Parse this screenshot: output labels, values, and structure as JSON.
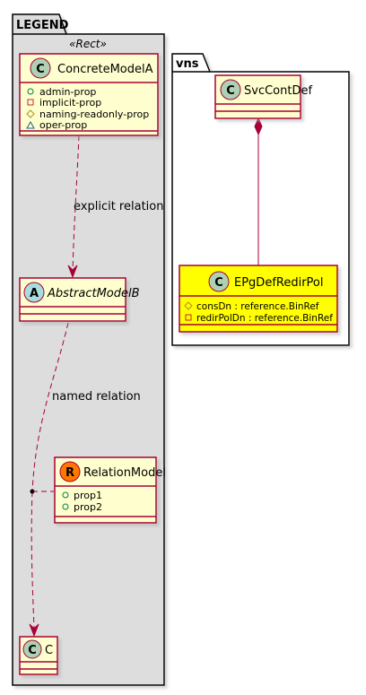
{
  "packages": {
    "legend": {
      "title": "LEGEND",
      "stereotype": "«Rect»",
      "fill": "#DDDDDD"
    },
    "vns": {
      "title": "vns",
      "fill": "#FFFFFF"
    }
  },
  "classes": {
    "concrete_model_a": {
      "kind": "C",
      "name": "ConcreteModelA",
      "attributes": [
        {
          "visibility": "public",
          "label": "admin-prop"
        },
        {
          "visibility": "private",
          "label": "implicit-prop"
        },
        {
          "visibility": "protected",
          "label": "naming-readonly-prop"
        },
        {
          "visibility": "package",
          "label": "oper-prop"
        }
      ]
    },
    "abstract_model_b": {
      "kind": "A",
      "name": "AbstractModelB"
    },
    "relation_model": {
      "kind": "R",
      "name": "RelationModel",
      "attributes": [
        {
          "visibility": "public",
          "label": "prop1"
        },
        {
          "visibility": "public",
          "label": "prop2"
        }
      ]
    },
    "c": {
      "kind": "C",
      "name": "C"
    },
    "svc_cont_def": {
      "kind": "C",
      "name": "SvcContDef"
    },
    "epg_def_redir_pol": {
      "kind": "C",
      "name": "EPgDefRedirPol",
      "highlight": "#FFFF00",
      "attributes": [
        {
          "visibility": "protected",
          "label": "consDn : reference.BinRef"
        },
        {
          "visibility": "private",
          "label": "redirPolDn : reference.BinRef"
        }
      ]
    }
  },
  "relations": {
    "explicit": "explicit relation",
    "named": "named relation"
  },
  "colors": {
    "class_fill": "#FEFECE",
    "border": "#A80036",
    "circle_c": "#ADD1B2",
    "circle_a": "#A9DCDF",
    "circle_r": "#FF7700"
  }
}
